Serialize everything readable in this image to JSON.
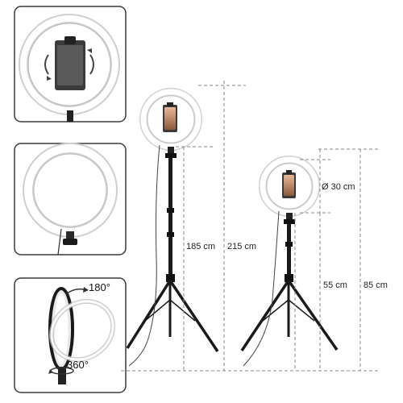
{
  "measurements": {
    "tall_ring_height": "185 cm",
    "tall_total_height": "215 cm",
    "ring_diameter": "Ø 30 cm",
    "short_ring_height": "55 cm",
    "short_total_height": "85 cm"
  },
  "rotation": {
    "tilt": "180°",
    "spin": "360°"
  },
  "colors": {
    "frame_border": "#3a3a3a",
    "ring_glow": "#f4f4f4",
    "ring_shadow": "#c8c8c8",
    "stand_metal": "#1a1a1a",
    "dimension_line": "#888888"
  }
}
